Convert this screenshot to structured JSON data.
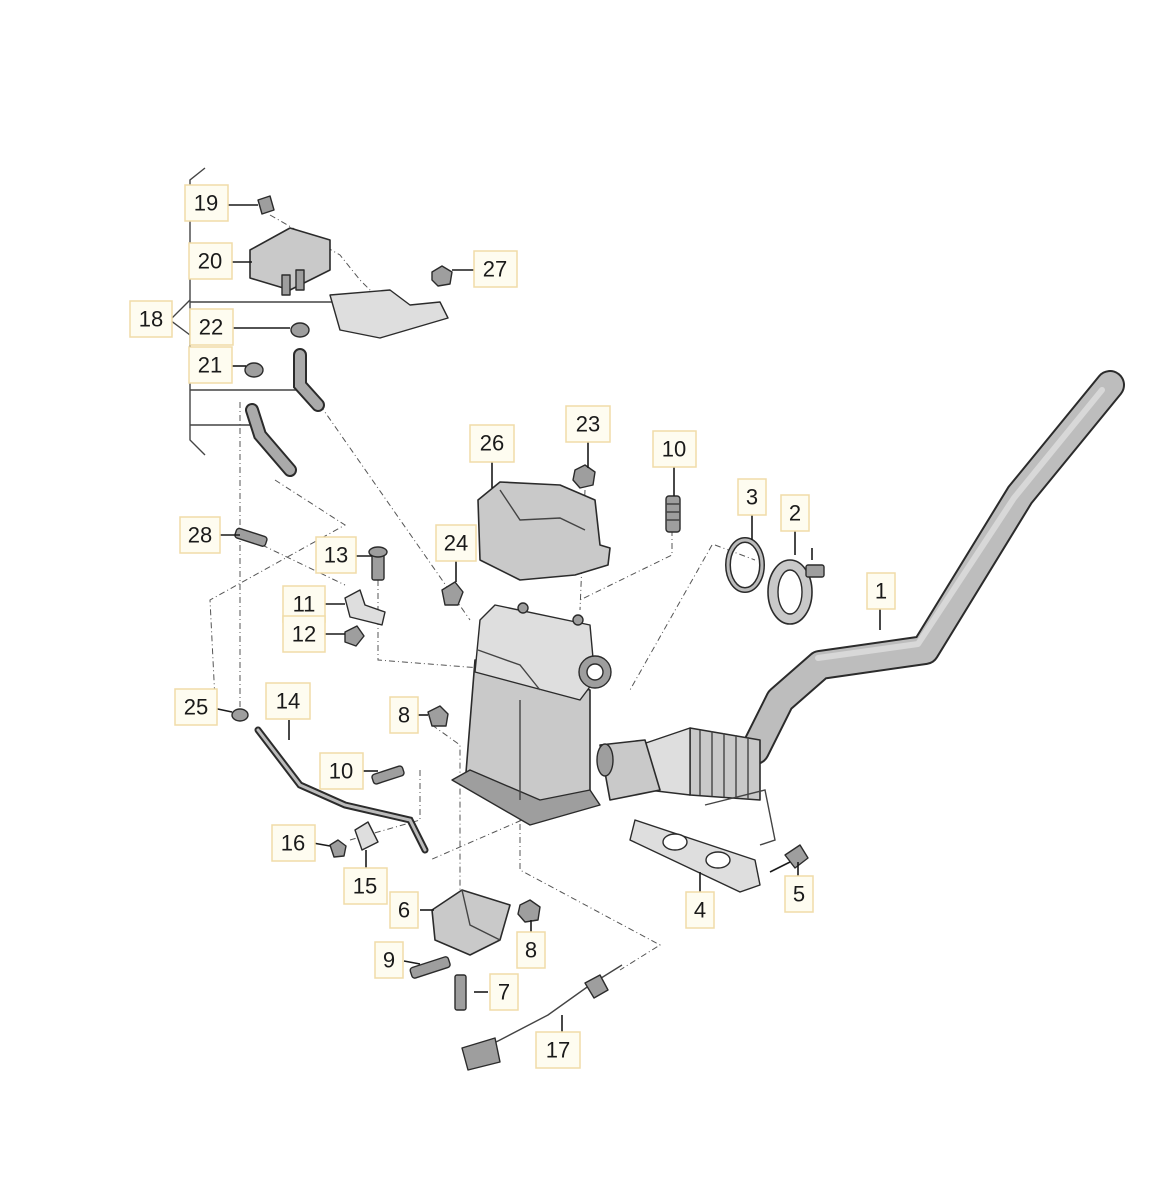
{
  "callouts": [
    {
      "id": "c1",
      "text": "1"
    },
    {
      "id": "c2",
      "text": "2"
    },
    {
      "id": "c3",
      "text": "3"
    },
    {
      "id": "c4",
      "text": "4"
    },
    {
      "id": "c5",
      "text": "5"
    },
    {
      "id": "c6",
      "text": "6"
    },
    {
      "id": "c7",
      "text": "7"
    },
    {
      "id": "c8a",
      "text": "8"
    },
    {
      "id": "c8b",
      "text": "8"
    },
    {
      "id": "c9",
      "text": "9"
    },
    {
      "id": "c10a",
      "text": "10"
    },
    {
      "id": "c10b",
      "text": "10"
    },
    {
      "id": "c11",
      "text": "11"
    },
    {
      "id": "c12",
      "text": "12"
    },
    {
      "id": "c13",
      "text": "13"
    },
    {
      "id": "c14",
      "text": "14"
    },
    {
      "id": "c15",
      "text": "15"
    },
    {
      "id": "c16",
      "text": "16"
    },
    {
      "id": "c17",
      "text": "17"
    },
    {
      "id": "c18",
      "text": "18"
    },
    {
      "id": "c19",
      "text": "19"
    },
    {
      "id": "c20",
      "text": "20"
    },
    {
      "id": "c21",
      "text": "21"
    },
    {
      "id": "c22",
      "text": "22"
    },
    {
      "id": "c23",
      "text": "23"
    },
    {
      "id": "c24",
      "text": "24"
    },
    {
      "id": "c25",
      "text": "25"
    },
    {
      "id": "c26",
      "text": "26"
    },
    {
      "id": "c27",
      "text": "27"
    },
    {
      "id": "c28",
      "text": "28"
    }
  ],
  "colors": {
    "callout_fill": "#fefcf0",
    "callout_border": "#f0dca8",
    "part_fill": "#c9c9c9",
    "line": "#2b2b2b"
  }
}
